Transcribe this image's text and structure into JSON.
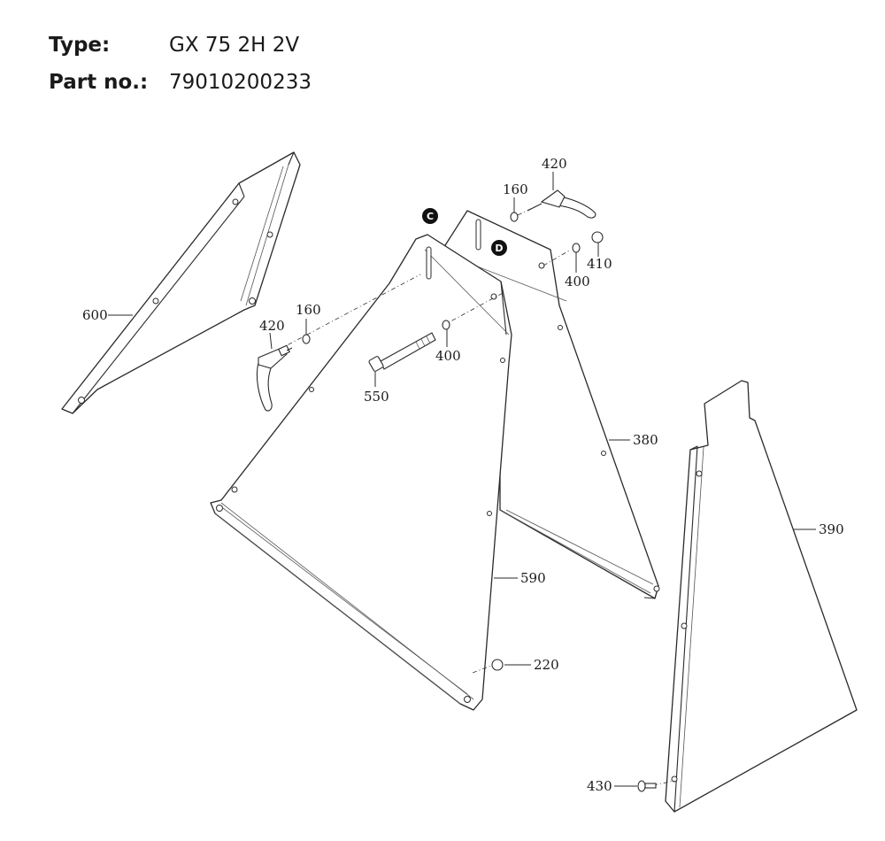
{
  "header": {
    "type_label": "Type:",
    "type_value": "GX 75 2H 2V",
    "part_label": "Part no.:",
    "part_value": "79010200233"
  },
  "markers": {
    "c": "C",
    "d": "D"
  },
  "parts": {
    "p600": "600",
    "p160_left": "160",
    "p420_left": "420",
    "p550": "550",
    "p400_mid": "400",
    "p420_top": "420",
    "p160_top": "160",
    "p410": "410",
    "p400_top": "400",
    "p380": "380",
    "p390": "390",
    "p590": "590",
    "p220": "220",
    "p430": "430"
  }
}
